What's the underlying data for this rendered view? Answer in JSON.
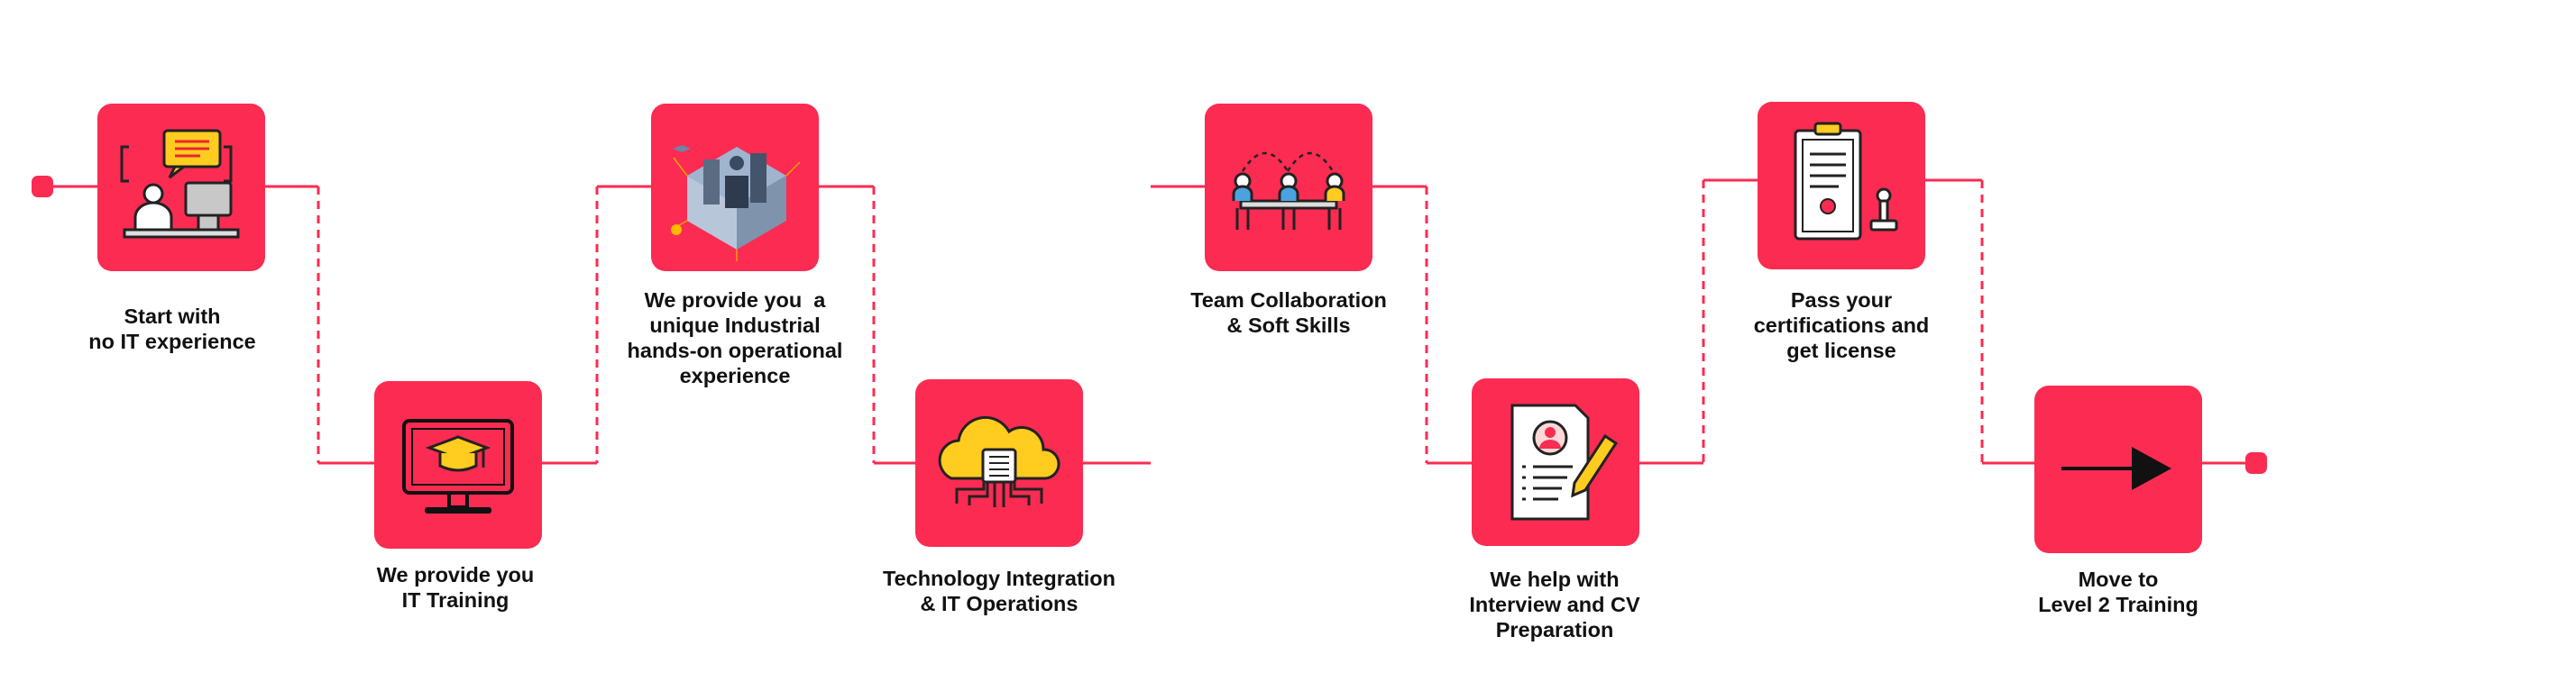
{
  "colors": {
    "accent": "#fb2b52",
    "dash": "#fb2b52",
    "text": "#111111"
  },
  "steps": [
    {
      "id": "start",
      "icon": "remote-worker-chat-icon",
      "lines": [
        "Start with",
        "no IT experience"
      ]
    },
    {
      "id": "it-training",
      "icon": "graduation-monitor-icon",
      "lines": [
        "We provide you",
        "IT Training"
      ]
    },
    {
      "id": "industrial",
      "icon": "server-room-isometric-icon",
      "lines": [
        "We provide you  a",
        "unique Industrial",
        "hands-on operational",
        "experience"
      ]
    },
    {
      "id": "tech-integration",
      "icon": "cloud-chip-icon",
      "lines": [
        "Technology Integration",
        "& IT Operations"
      ]
    },
    {
      "id": "team",
      "icon": "team-meeting-icon",
      "lines": [
        "Team Collaboration",
        "& Soft Skills"
      ]
    },
    {
      "id": "interview",
      "icon": "resume-pen-icon",
      "lines": [
        "We help with",
        "Interview and CV",
        "Preparation"
      ]
    },
    {
      "id": "certification",
      "icon": "certificate-stamp-icon",
      "lines": [
        "Pass your",
        "certifications and",
        "get license"
      ]
    },
    {
      "id": "level2",
      "icon": "arrow-right-icon",
      "lines": [
        "Move to",
        "Level 2 Training"
      ]
    }
  ]
}
